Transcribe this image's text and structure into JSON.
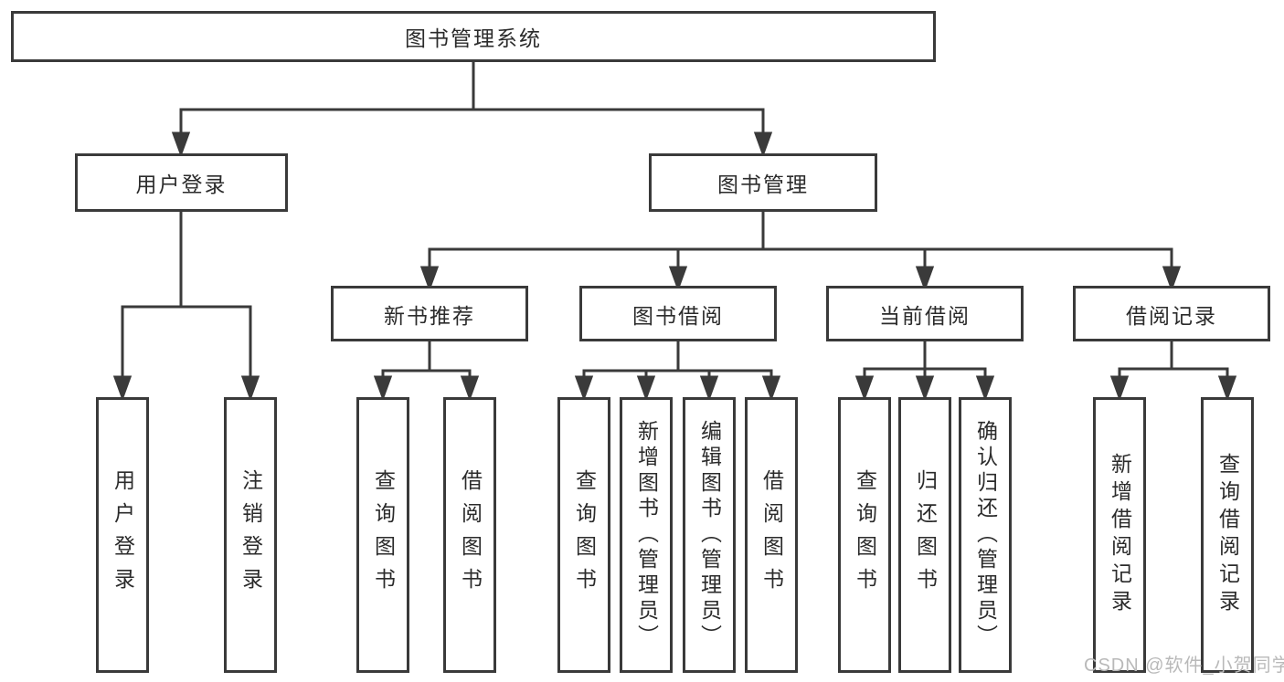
{
  "diagram": {
    "title_node": {
      "label": "图书管理系统"
    },
    "level2": [
      {
        "label": "用户登录"
      },
      {
        "label": "图书管理"
      }
    ],
    "level3": [
      {
        "label": "新书推荐"
      },
      {
        "label": "图书借阅"
      },
      {
        "label": "当前借阅"
      },
      {
        "label": "借阅记录"
      }
    ],
    "leaves": {
      "user_login": [
        "用户登录",
        "注销登录"
      ],
      "new_books": [
        "查询图书",
        "借阅图书"
      ],
      "book_borrowing": [
        "查询图书",
        "新增图书（管理员）",
        "编辑图书（管理员）",
        "借阅图书"
      ],
      "current_borrowing": [
        "查询图书",
        "归还图书",
        "确认归还（管理员）"
      ],
      "borrow_records": [
        "新增借阅记录",
        "查询借阅记录"
      ]
    }
  },
  "watermark": {
    "text": "CSDN @软件_小贺同学"
  },
  "colors": {
    "line": "#3a3a3a",
    "box_border": "#3a3a3a",
    "text": "#2b2b2b",
    "watermark": "#b9b9b9",
    "background": "#ffffff"
  }
}
